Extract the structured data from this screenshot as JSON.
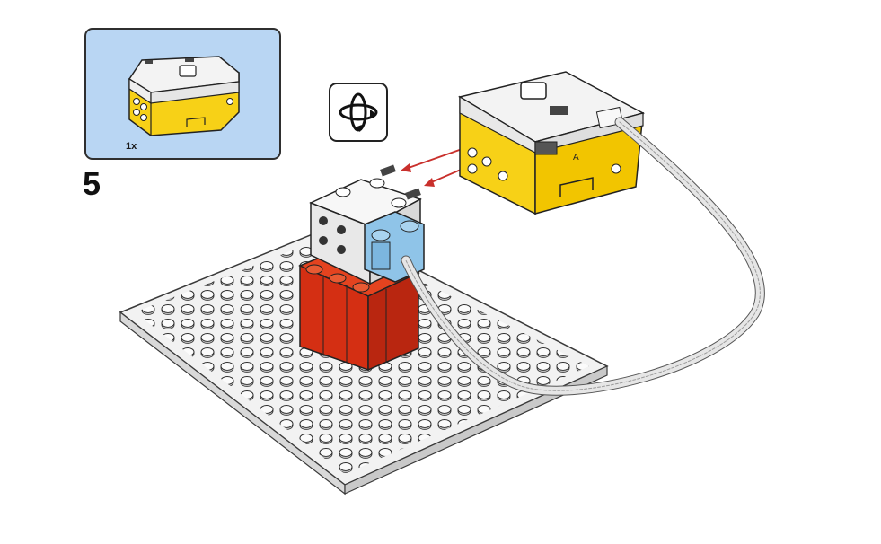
{
  "step": {
    "number": "5"
  },
  "callout": {
    "quantity": "1x",
    "part_icon": "yellow-hub-icon"
  },
  "rotate": {
    "icon": "rotate-model-icon"
  },
  "hub": {
    "port_label": "A",
    "colors": {
      "body": "#f7d117",
      "top": "#f2f2f2",
      "outline": "#222222"
    }
  },
  "motor": {
    "colors": {
      "body": "#f0f0f0",
      "rotor": "#8fc4e8"
    }
  },
  "bricks": {
    "color": "#d42f13"
  },
  "baseplate": {
    "color": "#f2f2f2",
    "outline": "#3a3a3a"
  },
  "arrows": {
    "color": "#c9302c"
  },
  "cable": {
    "color": "#e6e6e6"
  }
}
